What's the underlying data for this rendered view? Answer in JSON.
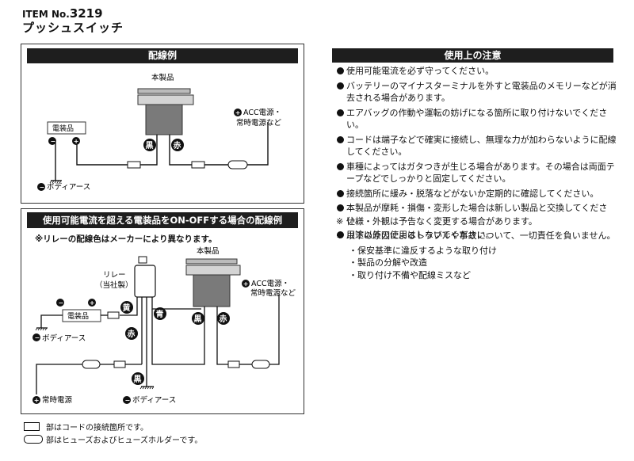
{
  "header": {
    "item_label": "ITEM No.",
    "item_number": "3219",
    "title": "プッシュスイッチ"
  },
  "wiring1": {
    "title": "配線例",
    "product_label": "本製品",
    "acc_label_line1": "ACC電源・",
    "acc_label_line2": "常時電源など",
    "device_label": "電装品",
    "black_wire": "黒",
    "red_wire": "赤",
    "ground_label": "ボディアース"
  },
  "wiring2": {
    "title": "使用可能電流を超える電装品をON-OFFする場合の配線例",
    "note": "※リレーの配線色はメーカーにより異なります。",
    "product_label": "本製品",
    "relay_label_line1": "リレー",
    "relay_label_line2": "（当社製）",
    "acc_label_line1": "ACC電源・",
    "acc_label_line2": "常時電源など",
    "device_label": "電装品",
    "yellow_wire": "黄",
    "blue_wire": "青",
    "red_wire": "赤",
    "black_wire_relay": "黒",
    "black_wire": "黒",
    "red_wire_switch": "赤",
    "ground_label_left": "ボディアース",
    "ground_label_bottom": "ボディアース",
    "constant_power_label": "常時電源"
  },
  "legend": {
    "connection_text": "部はコードの接続箇所です。",
    "fuse_text": "部はヒューズおよびヒューズホルダーです。"
  },
  "caution": {
    "title": "使用上の注意",
    "items": [
      "使用可能電流を必ず守ってください。",
      "バッテリーのマイナスターミナルを外すと電装品のメモリーなどが消去される場合があります。",
      "エアバッグの作動や運転の妨げになる箇所に取り付けないでください。",
      "コードは端子などで確実に接続し、無理な力が加わらないように配線してください。",
      "車種によってはガタつきが生じる場合があります。その場合は両面テープなどでしっかりと固定してください。",
      "接続箇所に緩み・脱落などがないか定期的に確認してください。",
      "本製品が摩耗・損傷・変形した場合は新しい製品と交換してください。",
      "用途以外の使用はしないでください。"
    ],
    "spec_note": "仕様・外観は予告なく変更する場合があります。",
    "liability_note": "以下の原因によるトラブルや事故について、一切責任を負いません。",
    "liability_items": [
      "・保安基準に違反するような取り付け",
      "・製品の分解や改造",
      "・取り付け不備や配線ミスなど"
    ]
  },
  "colors": {
    "bar": "#1e1e1e",
    "switch_body": "#7a7a7a",
    "switch_rim": "#c8c8c8"
  }
}
